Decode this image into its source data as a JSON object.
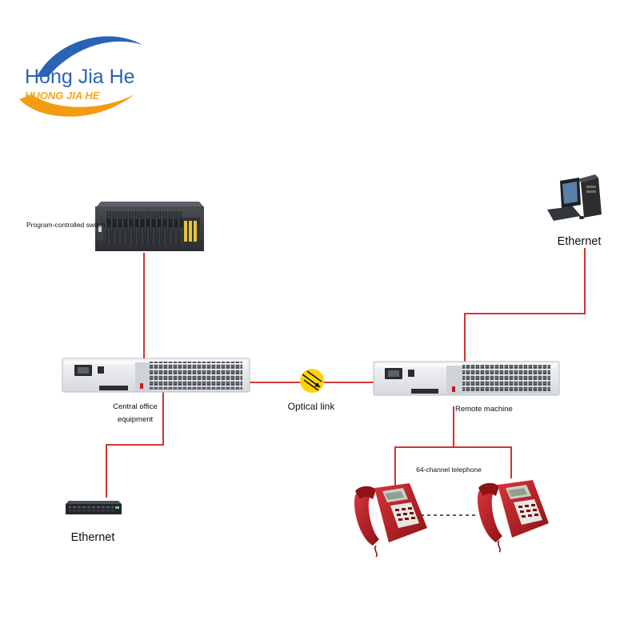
{
  "colors": {
    "link": "#cc1b1b",
    "brand_blue": "#2a63b6",
    "brand_orange": "#f39c12",
    "optical_yellow": "#ffd400",
    "rack_gray": "#e3e6ea",
    "phone_red": "#b51a1f"
  },
  "logo": {
    "name": "Hong Jia He",
    "sub": "HUONG JIA HE"
  },
  "nodes": {
    "switch": {
      "label": "Program-controlled switch",
      "icon": "pbx-chassis-icon"
    },
    "central": {
      "label_line1": "Central office",
      "label_line2": "equipment",
      "icon": "optical-multiplexer-icon"
    },
    "optical": {
      "label": "Optical link",
      "icon": "optical-link-icon"
    },
    "remote": {
      "label": "Remote machine",
      "icon": "optical-multiplexer-icon"
    },
    "ethernet_left": {
      "label": "Ethernet",
      "icon": "network-switch-icon"
    },
    "ethernet_right": {
      "label": "Ethernet",
      "icon": "desktop-computer-icon"
    },
    "telephones": {
      "label": "64-channel telephone",
      "icon": "telephone-icon"
    }
  }
}
